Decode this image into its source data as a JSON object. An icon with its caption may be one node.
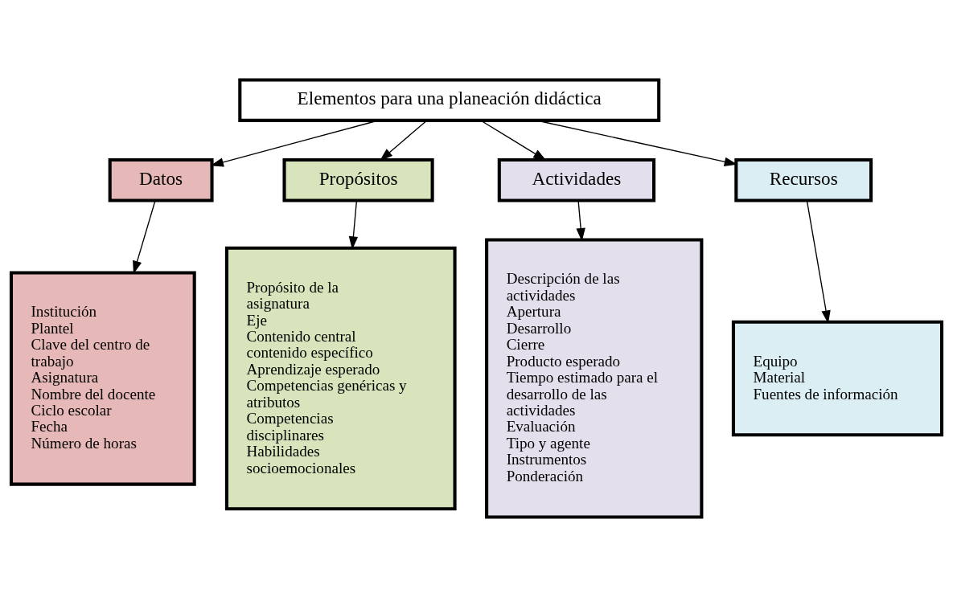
{
  "diagram": {
    "nodes": [
      {
        "text": [
          "Elementos para una planeación didáctica"
        ]
      },
      {
        "text": [
          "Datos"
        ]
      },
      {
        "text": [
          "Propósitos"
        ]
      },
      {
        "text": [
          "Actividades"
        ]
      },
      {
        "text": [
          "Recursos"
        ]
      },
      {
        "text": [
          "Institución",
          "Plantel",
          "Clave del centro de trabajo",
          "Asignatura",
          "Nombre del docente",
          "Ciclo escolar",
          "Fecha",
          "Número de horas"
        ]
      },
      {
        "text": [
          "Propósito de la asignatura",
          "Eje",
          "Contenido central",
          "contenido específico",
          "Aprendizaje esperado",
          "Competencias genéricas y atributos",
          "Competencias disciplinares",
          "Habilidades socioemocionales"
        ]
      },
      {
        "text": [
          "Descripción de las actividades",
          "Apertura",
          "Desarrollo",
          "Cierre",
          "Producto esperado",
          "Tiempo estimado para el desarrollo de las actividades",
          "Evaluación",
          "Tipo y agente",
          "Instrumentos",
          "Ponderación"
        ]
      },
      {
        "text": [
          "Equipo",
          "Material",
          "Fuentes de información"
        ]
      }
    ],
    "edges": [
      {
        "from": 0,
        "to": 1,
        "arrow": "to"
      },
      {
        "from": 0,
        "to": 2,
        "arrow": "to"
      },
      {
        "from": 0,
        "to": 3,
        "arrow": "to"
      },
      {
        "from": 0,
        "to": 4,
        "arrow": "to"
      },
      {
        "from": 1,
        "to": 5,
        "arrow": "to"
      },
      {
        "from": 2,
        "to": 6,
        "arrow": "to"
      },
      {
        "from": 3,
        "to": 7,
        "arrow": "to"
      },
      {
        "from": 4,
        "to": 8,
        "arrow": "to"
      }
    ]
  }
}
